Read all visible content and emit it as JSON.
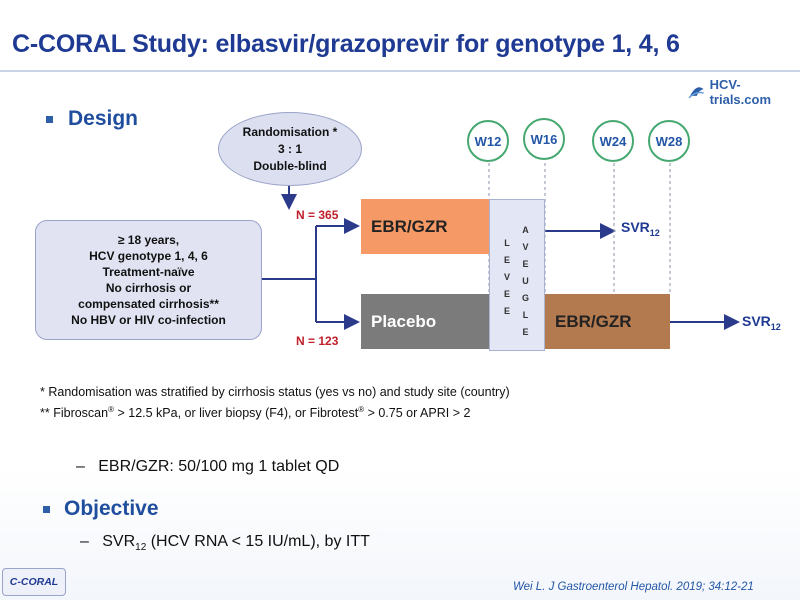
{
  "slide": {
    "title": "C-CORAL Study: elbasvir/grazoprevir for genotype 1, 4, 6",
    "logo_text": "HCV-trials.com",
    "design_heading": "Design",
    "objective_heading": "Objective",
    "badge": "C-CORAL",
    "citation": "Wei L. J Gastroenterol Hepatol. 2019; 34:12-21"
  },
  "diagram": {
    "randomisation": [
      "Randomisation *",
      "3 : 1",
      "Double-blind"
    ],
    "criteria": [
      "≥ 18 years,",
      "HCV genotype 1, 4, 6",
      "Treatment-naïve",
      "No cirrhosis or",
      "compensated cirrhosis**",
      "No HBV or HIV co-infection"
    ],
    "weeks": [
      "W12",
      "W16",
      "W24",
      "W28"
    ],
    "arm1": {
      "n_label": "N = 365",
      "label": "EBR/GZR",
      "outcome": "SVR",
      "outcome_sub": "12"
    },
    "arm2": {
      "n_label": "N = 123",
      "label": "Placebo",
      "followup_label": "EBR/GZR",
      "outcome": "SVR",
      "outcome_sub": "12"
    },
    "unblinding_left": [
      "L",
      "E",
      "V",
      "E",
      "E"
    ],
    "unblinding_right": [
      "A",
      "V",
      "E",
      "U",
      "G",
      "L",
      "E"
    ]
  },
  "notes": {
    "note1": "* Randomisation was stratified by cirrhosis status (yes vs no) and study site (country)",
    "note2_a": "** Fibroscan",
    "reg": "®",
    "note2_b": " > 12.5 kPa, or liver biopsy (F4), or Fibrotest",
    "note2_c": " > 0.75 or APRI > 2"
  },
  "bullets": {
    "dose_dash": "–",
    "dose": "EBR/GZR: 50/100 mg 1 tablet QD",
    "objective_dash": "–",
    "objective_a": "SVR",
    "objective_sub": "12",
    "objective_b": " (HCV RNA < 15 IU/mL), by ITT"
  },
  "colors": {
    "title": "#1f3a93",
    "ebr_arm": "#f59a66",
    "placebo_arm": "#7b7b7b",
    "ebr_followup": "#b47a4f",
    "n_label": "#c0202a",
    "arrow": "#2b3a8a"
  }
}
